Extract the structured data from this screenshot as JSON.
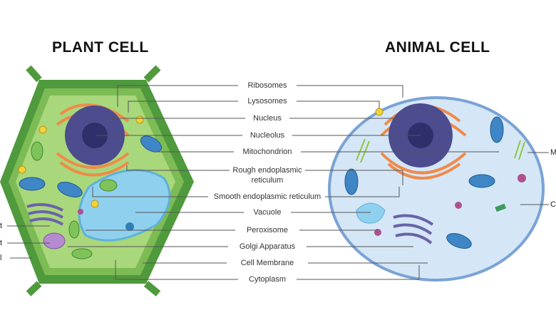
{
  "titles": {
    "plant": "PLANT CELL",
    "animal": "ANIMAL CELL"
  },
  "labels": [
    "Ribosomes",
    "Lysosomes",
    "Nucleus",
    "Nucleolus",
    "Mitochondrion",
    "Rough endoplasmic\nreticulum",
    "Smooth endoplasmic reticulum",
    "Vacuole",
    "Peroxisome",
    "Golgi Apparatus",
    "Cell Membrane",
    "Cytoplasm"
  ],
  "left_cut_labels": [
    "t",
    "t",
    "l"
  ],
  "right_cut_labels": [
    "M",
    "C"
  ],
  "colors": {
    "cell_wall": "#4f9a3c",
    "plant_cytoplasm": "#a9d77b",
    "animal_cytoplasm": "#d5e7f6",
    "animal_membrane": "#7aa3d6",
    "nucleus": "#4c4c8e",
    "nucleolus": "#2f2f6b",
    "er": "#f08a4b",
    "vacuole": "#8fd0ef",
    "mitochondria": "#3f86c6",
    "golgi": "#6a63a8"
  }
}
